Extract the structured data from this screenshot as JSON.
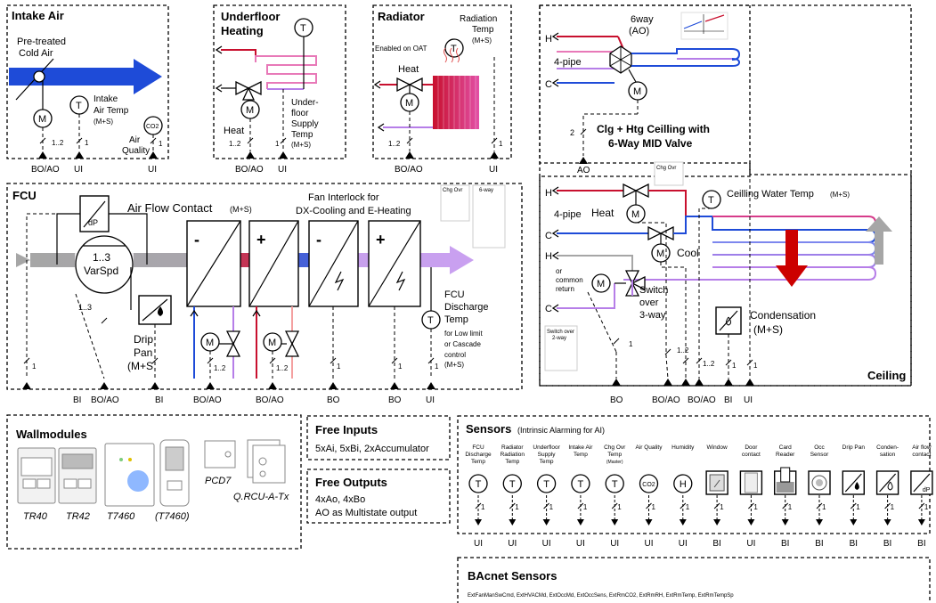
{
  "intake_air": {
    "title": "Intake Air",
    "pretreated": [
      "Pre-treated",
      "Cold Air"
    ],
    "temp_label": [
      "Intake",
      "Air Temp",
      "(M+S)"
    ],
    "air_quality": [
      "Air",
      "Quality"
    ],
    "co2": "CO2",
    "multi": "1..2",
    "one": "1",
    "io": [
      "BO/AO",
      "UI",
      "UI"
    ]
  },
  "underfloor": {
    "title": [
      "Underfloor",
      "Heating"
    ],
    "heat": "Heat",
    "supply": [
      "Under-",
      "floor",
      "Supply",
      "Temp",
      "(M+S)"
    ],
    "multi": "1..2",
    "one": "1",
    "io": [
      "BO/AO",
      "UI"
    ]
  },
  "radiator": {
    "title": "Radiator",
    "rad_temp": [
      "Radiation",
      "Temp",
      "(M+S)"
    ],
    "enabled": "Enabled on OAT",
    "heat": "Heat",
    "multi": "1..2",
    "one": "1",
    "io": [
      "BO/AO",
      "UI"
    ]
  },
  "ceiling": {
    "sixway": [
      "6way",
      "(AO)"
    ],
    "h": "H",
    "c": "C",
    "four_pipe": "4-pipe",
    "two": "2",
    "title": [
      "Clg + Htg Ceilling with",
      "6-Way MID Valve"
    ],
    "ao": "AO",
    "chg_ovr": "Chg Ovr",
    "water_temp": "Ceilling Water Temp",
    "ms": "(M+S)",
    "heat": "Heat",
    "cool": "Cool",
    "or_common": [
      "or",
      "common",
      "return"
    ],
    "switch": [
      "Switch",
      "over",
      "3-way"
    ],
    "switch_2way": [
      "Switch over",
      "2-way"
    ],
    "condensation": [
      "Condensation",
      "(M+S)"
    ],
    "one": "1",
    "multi": "1..2",
    "label": "Ceiling",
    "io": [
      "BO",
      "BO/AO",
      "BO/AO",
      "BI",
      "UI"
    ]
  },
  "fcu": {
    "title": "FCU",
    "airflow": "Air Flow Contact",
    "ms": "(M+S)",
    "dp": "dP",
    "fan_interlock": [
      "Fan Interlock for",
      "DX-Cooling and E-Heating"
    ],
    "chg_ovr": "Chg Ovr",
    "sixway": "6-way",
    "fan": [
      "1..3",
      "VarSpd"
    ],
    "multi3": "1..3",
    "multi": "1..2",
    "one": "1",
    "drip": [
      "Drip",
      "Pan",
      "(M+S"
    ],
    "minus": "-",
    "plus": "+",
    "discharge": [
      "FCU",
      "Discharge",
      "Temp"
    ],
    "low_limit": [
      "for Low limit",
      "or Cascade",
      "control",
      "(M+S)"
    ],
    "io": [
      "BI",
      "BO/AO",
      "BI",
      "BO/AO",
      "BO/AO",
      "BO",
      "BO",
      "UI"
    ]
  },
  "wallmodules": {
    "title": "Wallmodules",
    "models": [
      "TR40",
      "TR42",
      "T7460",
      "(T7460)",
      "PCD7",
      "Q.RCU-A-Tx"
    ]
  },
  "free_inputs": {
    "title": "Free Inputs",
    "text": "5xAi, 5xBi, 2xAccumulator"
  },
  "free_outputs": {
    "title": "Free Outputs",
    "lines": [
      "4xAo, 4xBo",
      "AO as Multistate output"
    ]
  },
  "sensors": {
    "title": "Sensors",
    "subtitle": "(Intrinsic Alarming for AI)",
    "items": [
      {
        "label": [
          "FCU",
          "Discharge",
          "Temp"
        ],
        "symbol": "T",
        "io": "UI"
      },
      {
        "label": [
          "Radiator",
          "Radiation",
          "Temp"
        ],
        "symbol": "T",
        "io": "UI"
      },
      {
        "label": [
          "Underfloor",
          "Supply",
          "Temp"
        ],
        "symbol": "T",
        "io": "UI"
      },
      {
        "label": [
          "Intake Air",
          "Temp"
        ],
        "symbol": "T",
        "io": "UI"
      },
      {
        "label": [
          "Chg Ovr",
          "Temp",
          "(Master)"
        ],
        "symbol": "T",
        "io": "UI"
      },
      {
        "label": [
          "Air Quality"
        ],
        "symbol": "CO2",
        "io": "UI"
      },
      {
        "label": [
          "Humidity"
        ],
        "symbol": "H",
        "io": "UI"
      },
      {
        "label": [
          "Window"
        ],
        "symbol": "window",
        "io": "BI"
      },
      {
        "label": [
          "Door",
          "contact"
        ],
        "symbol": "door",
        "io": "UI"
      },
      {
        "label": [
          "Card",
          "Reader"
        ],
        "symbol": "card",
        "io": "BI"
      },
      {
        "label": [
          "Occ",
          "Sensor"
        ],
        "symbol": "occ",
        "io": "BI"
      },
      {
        "label": [
          "Drip Pan"
        ],
        "symbol": "drip",
        "io": "BI"
      },
      {
        "label": [
          "Conden-",
          "sation"
        ],
        "symbol": "cond",
        "io": "BI"
      },
      {
        "label": [
          "Air flow",
          "contact"
        ],
        "symbol": "dp",
        "io": "BI"
      }
    ],
    "one": "1"
  },
  "bacnet": {
    "title": "BAcnet Sensors",
    "list": "ExtFanManSwCmd, ExtHVACMd, ExtOccMd, ExtOccSens, ExtRmCO2, ExtRmRH, ExtRmTemp, ExtRmTempSp"
  },
  "colors": {
    "air_blue": "#1e4bd8",
    "red": "#c8102e",
    "pink": "#e879b8",
    "violet": "#b67ee8",
    "grey_air": "#a6a6a6",
    "heat_red": "#cc0000"
  }
}
